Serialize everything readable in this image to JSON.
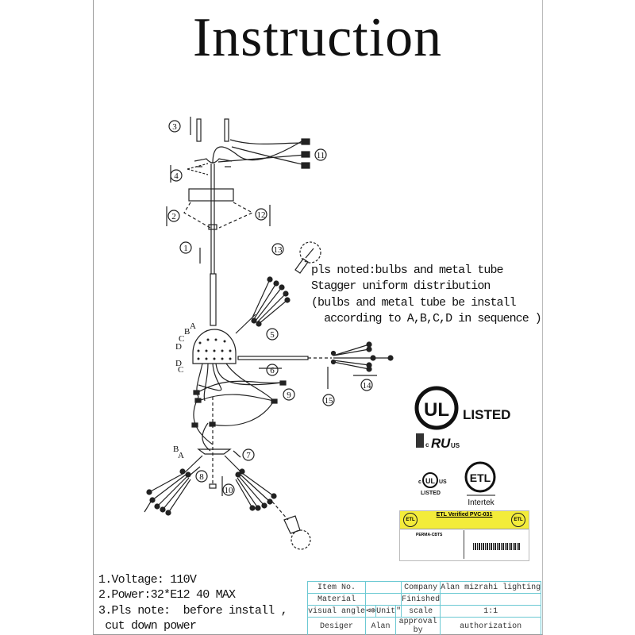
{
  "title": "Instruction",
  "install_note": [
    "pls noted:bulbs and metal tube",
    "Stagger uniform distribution",
    "(bulbs and metal tube be install",
    "  according to A,B,C,D in sequence )"
  ],
  "specs": [
    "1.Voltage: 110V",
    "2.Power:32*E12 40 MAX",
    "3.Pls note:  before install ,",
    " cut down power"
  ],
  "callouts": [
    "1",
    "2",
    "3",
    "4",
    "5",
    "6",
    "7",
    "8",
    "9",
    "10",
    "11",
    "12",
    "13",
    "14",
    "15"
  ],
  "sphere_letters": [
    "A",
    "B",
    "C",
    "D",
    "D",
    "C"
  ],
  "bottom_letters": [
    "B",
    "A"
  ],
  "certifications": {
    "ul_listed": "LISTED",
    "ul_r": "UL",
    "c": "c",
    "us": "US",
    "cul_listed": "LISTED",
    "etl": "ETL",
    "intertek": "Intertek",
    "etl_label_title": "ETL Verified PVC-031",
    "etl_label_company": "PERMA-CBTS"
  },
  "title_block": {
    "item_no_label": "Item No.",
    "item_no_value": "",
    "company_label": "Company",
    "company_value": "Alan mizrahi lighting",
    "material_label": "Material",
    "material_value": "",
    "finished_label": "Finished",
    "finished_value": "",
    "visual_angle_label": "visual angle",
    "unit_label": "Unit",
    "unit_value": "\"",
    "scale_label": "scale",
    "scale_value": "1:1",
    "designer_label": "Desiger",
    "designer_value": "Alan",
    "approval_label": "approval by",
    "authorization_label": "authorization"
  },
  "colors": {
    "table_line": "#6cc9d3",
    "etl_yellow": "#f3ec3a",
    "ink": "#111111"
  }
}
